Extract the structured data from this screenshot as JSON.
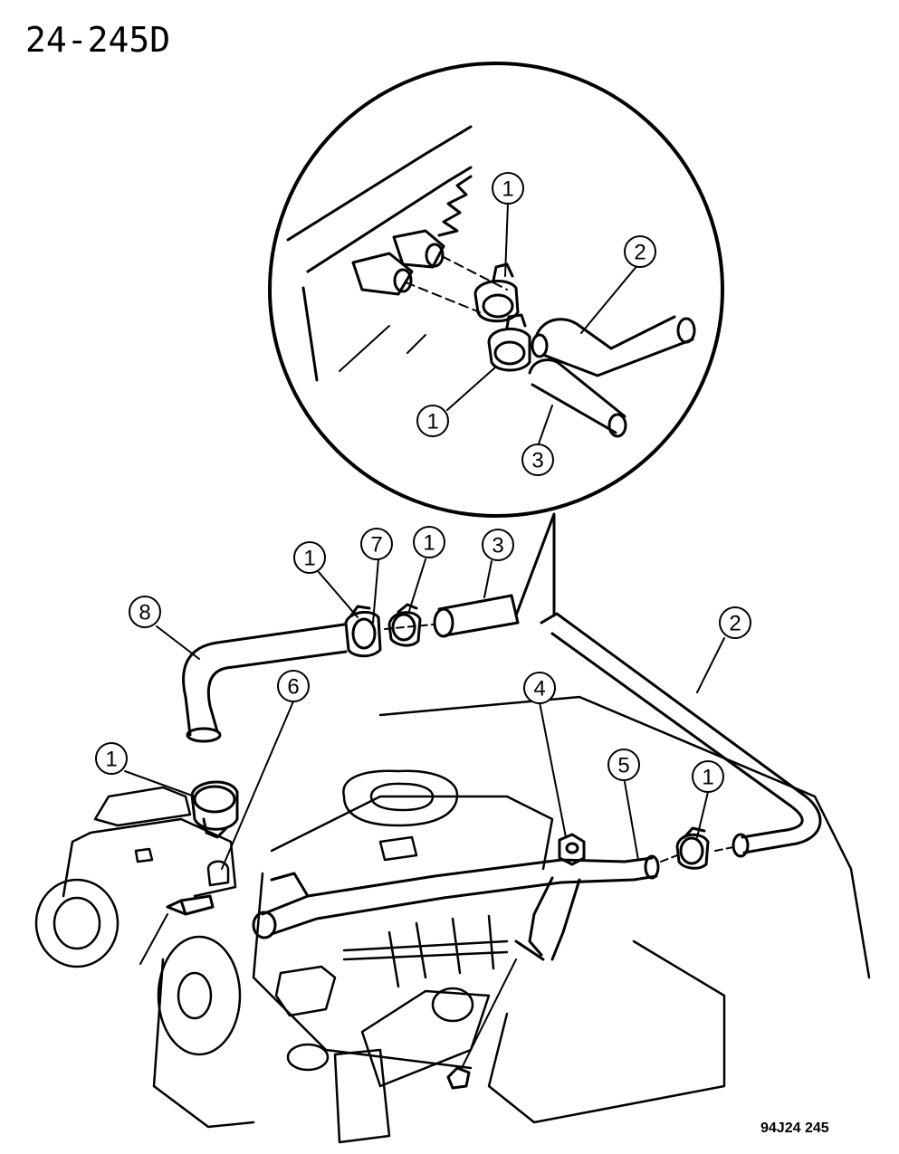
{
  "page_title": "24-245D",
  "figure_code": "94J24 245",
  "callouts": [
    {
      "id": "detail-clamp-upper",
      "label": "1"
    },
    {
      "id": "detail-hose-2",
      "label": "2"
    },
    {
      "id": "detail-clamp-lower",
      "label": "1"
    },
    {
      "id": "detail-hose-3",
      "label": "3"
    },
    {
      "id": "clamp-a",
      "label": "1"
    },
    {
      "id": "fitting-7",
      "label": "7"
    },
    {
      "id": "clamp-b",
      "label": "1"
    },
    {
      "id": "hose-3",
      "label": "3"
    },
    {
      "id": "hose-8",
      "label": "8"
    },
    {
      "id": "hose-2",
      "label": "2"
    },
    {
      "id": "bolt-6",
      "label": "6"
    },
    {
      "id": "nut-4",
      "label": "4"
    },
    {
      "id": "tube-5",
      "label": "5"
    },
    {
      "id": "clamp-c",
      "label": "1"
    },
    {
      "id": "clamp-d",
      "label": "1"
    }
  ]
}
